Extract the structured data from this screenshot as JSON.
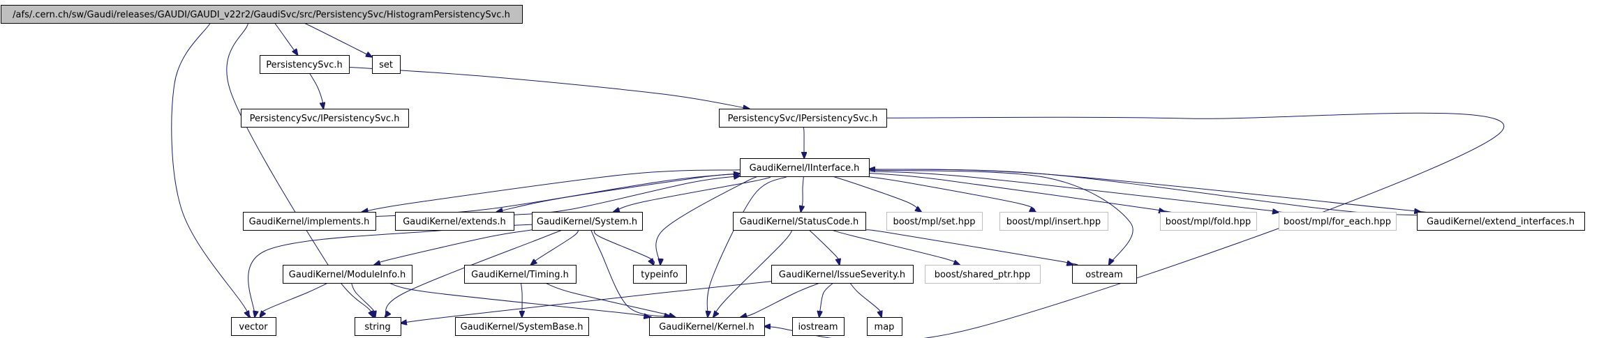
{
  "graph": {
    "edge_color": "#191970",
    "nodes": [
      {
        "id": "root",
        "label": "/afs/.cern.ch/sw/Gaudi/releases/GAUDI/GAUDI_v22r2/GaudiSvc/src/PersistencySvc/HistogramPersistencySvc.h",
        "style": "root"
      },
      {
        "id": "psvc",
        "label": "PersistencySvc.h",
        "style": "normal"
      },
      {
        "id": "set",
        "label": "set",
        "style": "normal"
      },
      {
        "id": "ips_local",
        "label": "PersistencySvc/IPersistencySvc.h",
        "style": "normal"
      },
      {
        "id": "ips",
        "label": "PersistencySvc/IPersistencySvc.h",
        "style": "normal"
      },
      {
        "id": "iinterface",
        "label": "GaudiKernel/IInterface.h",
        "style": "normal"
      },
      {
        "id": "implements",
        "label": "GaudiKernel/implements.h",
        "style": "normal"
      },
      {
        "id": "extends",
        "label": "GaudiKernel/extends.h",
        "style": "normal"
      },
      {
        "id": "system",
        "label": "GaudiKernel/System.h",
        "style": "normal"
      },
      {
        "id": "statuscode",
        "label": "GaudiKernel/StatusCode.h",
        "style": "normal"
      },
      {
        "id": "mplset",
        "label": "boost/mpl/set.hpp",
        "style": "external"
      },
      {
        "id": "mplinsert",
        "label": "boost/mpl/insert.hpp",
        "style": "external"
      },
      {
        "id": "mplfold",
        "label": "boost/mpl/fold.hpp",
        "style": "external"
      },
      {
        "id": "mplforeach",
        "label": "boost/mpl/for_each.hpp",
        "style": "external"
      },
      {
        "id": "extifaces",
        "label": "GaudiKernel/extend_interfaces.h",
        "style": "normal"
      },
      {
        "id": "moduleinfo",
        "label": "GaudiKernel/ModuleInfo.h",
        "style": "normal"
      },
      {
        "id": "timing",
        "label": "GaudiKernel/Timing.h",
        "style": "normal"
      },
      {
        "id": "typeinfo",
        "label": "typeinfo",
        "style": "normal"
      },
      {
        "id": "issue",
        "label": "GaudiKernel/IssueSeverity.h",
        "style": "normal"
      },
      {
        "id": "sharedptr",
        "label": "boost/shared_ptr.hpp",
        "style": "external"
      },
      {
        "id": "ostream",
        "label": "ostream",
        "style": "normal"
      },
      {
        "id": "vector",
        "label": "vector",
        "style": "normal"
      },
      {
        "id": "string",
        "label": "string",
        "style": "normal"
      },
      {
        "id": "systembase",
        "label": "GaudiKernel/SystemBase.h",
        "style": "normal"
      },
      {
        "id": "kernel",
        "label": "GaudiKernel/Kernel.h",
        "style": "normal"
      },
      {
        "id": "iostream",
        "label": "iostream",
        "style": "normal"
      },
      {
        "id": "map",
        "label": "map",
        "style": "normal"
      }
    ]
  }
}
